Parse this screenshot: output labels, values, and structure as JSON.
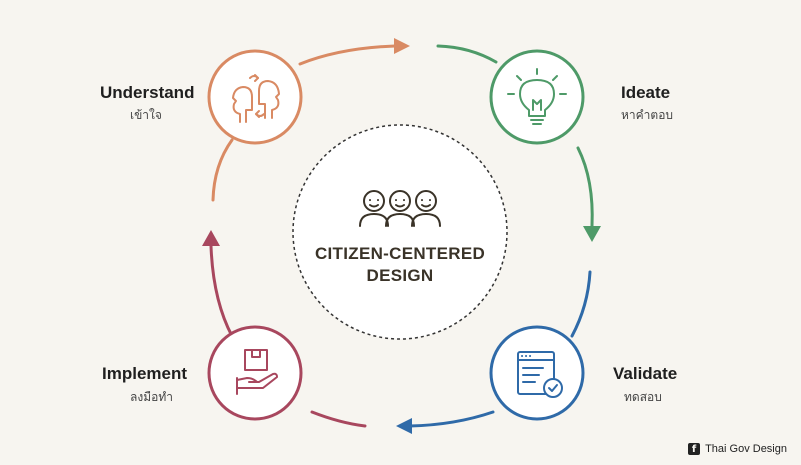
{
  "center": {
    "line1": "CITIZEN-CENTERED",
    "line2": "DESIGN"
  },
  "steps": [
    {
      "title": "Understand",
      "subtitle": "เข้าใจ",
      "color": "#d98a63",
      "icon": "two-heads-exchange-icon"
    },
    {
      "title": "Ideate",
      "subtitle": "หาคำตอบ",
      "color": "#4e9a68",
      "icon": "lightbulb-icon"
    },
    {
      "title": "Validate",
      "subtitle": "ทดสอบ",
      "color": "#2f6aa8",
      "icon": "checklist-window-icon"
    },
    {
      "title": "Implement",
      "subtitle": "ลงมือทำ",
      "color": "#a8475e",
      "icon": "hand-with-box-icon"
    }
  ],
  "center_icon": "three-people-icon",
  "brand": {
    "label": "Thai Gov Design",
    "icon": "facebook-icon"
  }
}
